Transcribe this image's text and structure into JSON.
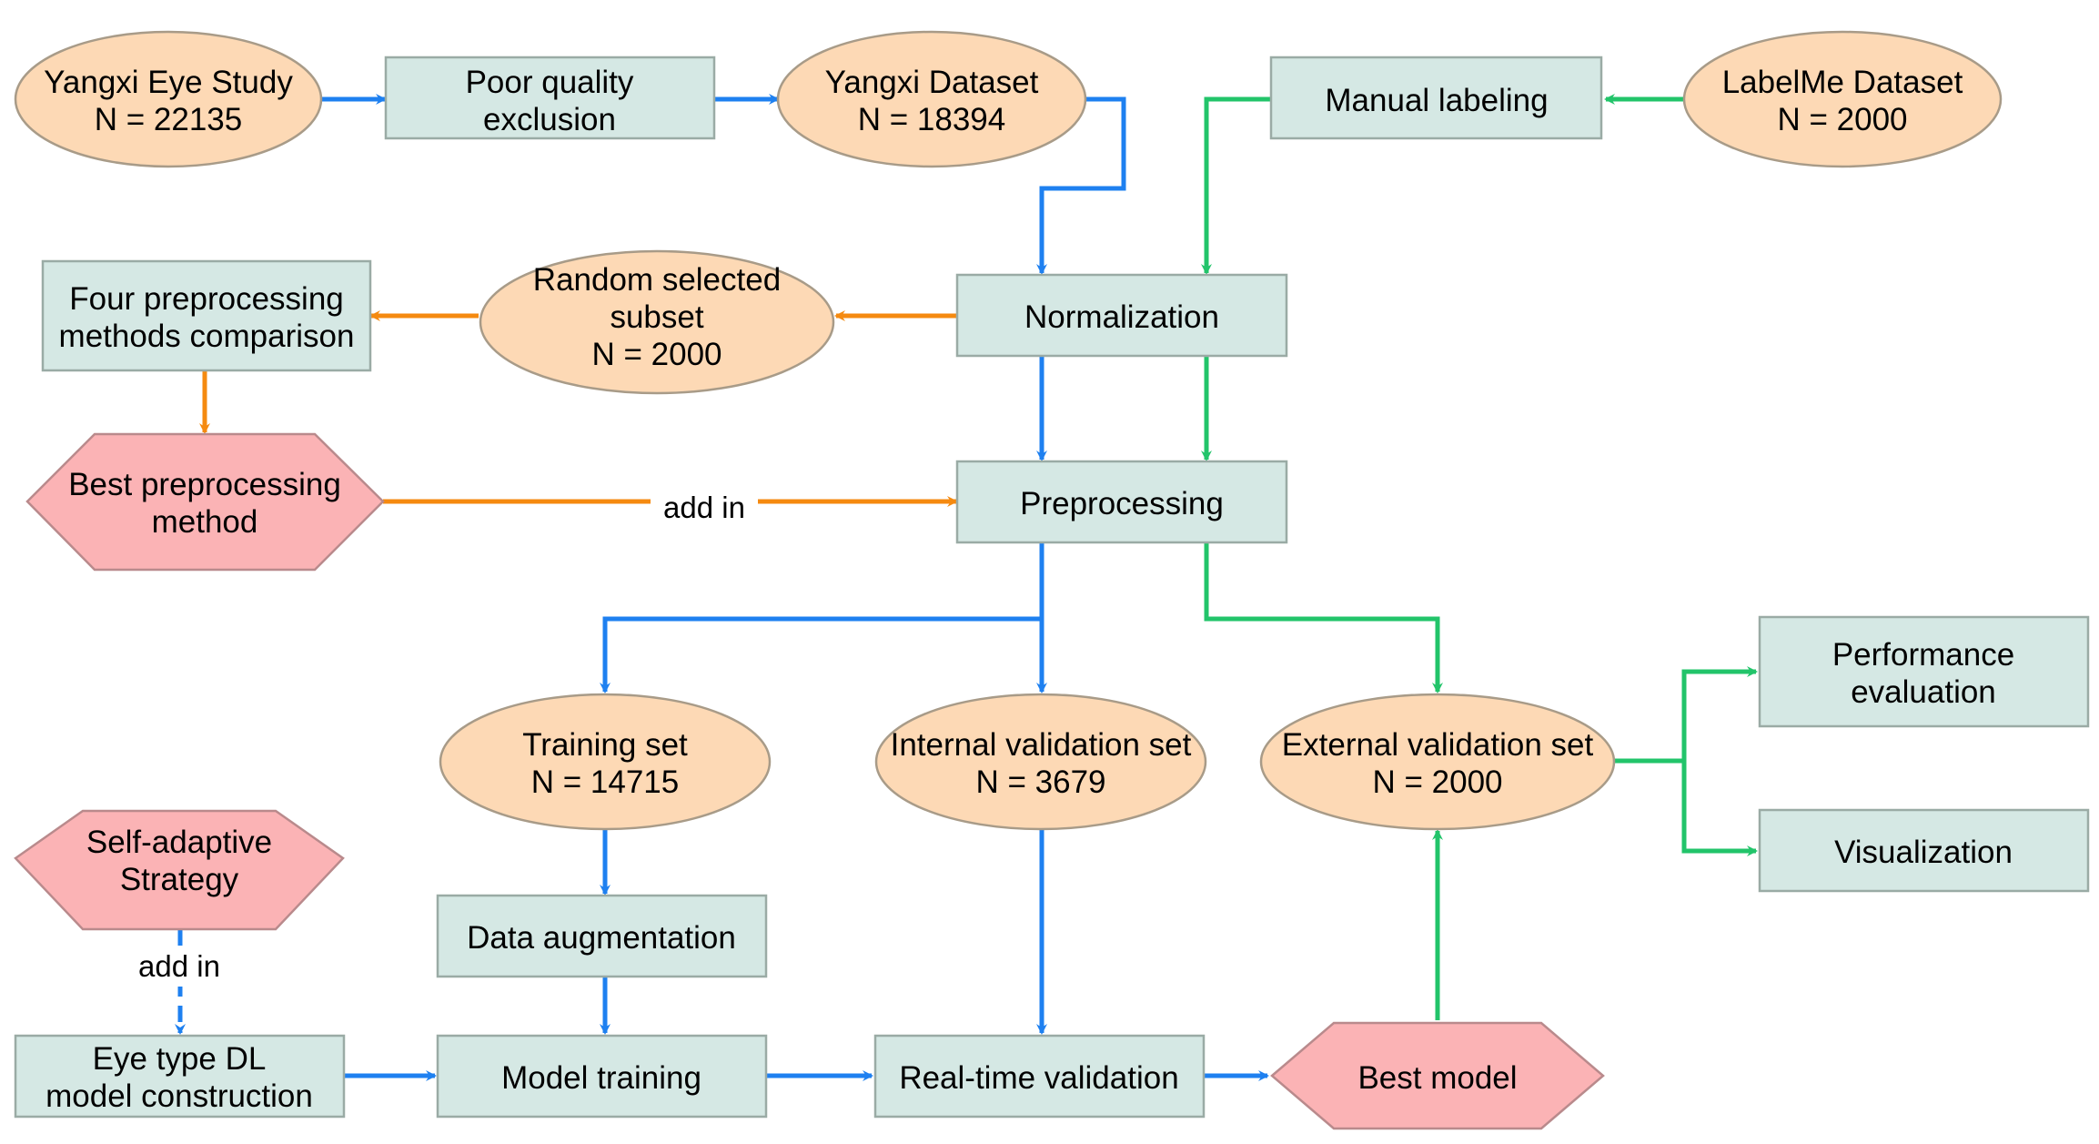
{
  "colors": {
    "process_fill": "#d5e8e4",
    "process_stroke": "#9aaba5",
    "data_fill": "#fdd9b5",
    "data_stroke": "#a89b88",
    "method_fill": "#fbb3b5",
    "method_stroke": "#b98a8c",
    "blue": "#1e80f0",
    "green": "#22c46a",
    "orange": "#f58a10"
  },
  "nodes": {
    "yangxi_eye_study": {
      "line1": "Yangxi Eye Study",
      "line2": "N = 22135"
    },
    "poor_quality_exclusion": {
      "line1": "Poor quality",
      "line2": "exclusion"
    },
    "yangxi_dataset": {
      "line1": "Yangxi Dataset",
      "line2": "N = 18394"
    },
    "manual_labeling": {
      "line1": "Manual labeling"
    },
    "labelme_dataset": {
      "line1": "LabelMe Dataset",
      "line2": "N = 2000"
    },
    "four_preprocessing": {
      "line1": "Four preprocessing",
      "line2": "methods comparison"
    },
    "random_subset": {
      "line1": "Random selected",
      "line2": "subset",
      "line3": "N = 2000"
    },
    "normalization": {
      "line1": "Normalization"
    },
    "best_preprocessing": {
      "line1": "Best preprocessing",
      "line2": "method"
    },
    "preprocessing": {
      "line1": "Preprocessing"
    },
    "training_set": {
      "line1": "Training set",
      "line2": "N = 14715"
    },
    "internal_validation": {
      "line1": "Internal validation set",
      "line2": "N = 3679"
    },
    "external_validation": {
      "line1": "External validation set",
      "line2": "N = 2000"
    },
    "performance_evaluation": {
      "line1": "Performance",
      "line2": "evaluation"
    },
    "visualization": {
      "line1": "Visualization"
    },
    "self_adaptive": {
      "line1": "Self-adaptive",
      "line2": "Strategy"
    },
    "data_augmentation": {
      "line1": "Data augmentation"
    },
    "eye_type_dl": {
      "line1": "Eye type DL",
      "line2": "model construction"
    },
    "model_training": {
      "line1": "Model training"
    },
    "realtime_validation": {
      "line1": "Real-time validation"
    },
    "best_model": {
      "line1": "Best model"
    }
  },
  "edge_labels": {
    "best_preprocessing_to_preprocessing": "add in",
    "self_adaptive_to_eye_type": "add in"
  }
}
